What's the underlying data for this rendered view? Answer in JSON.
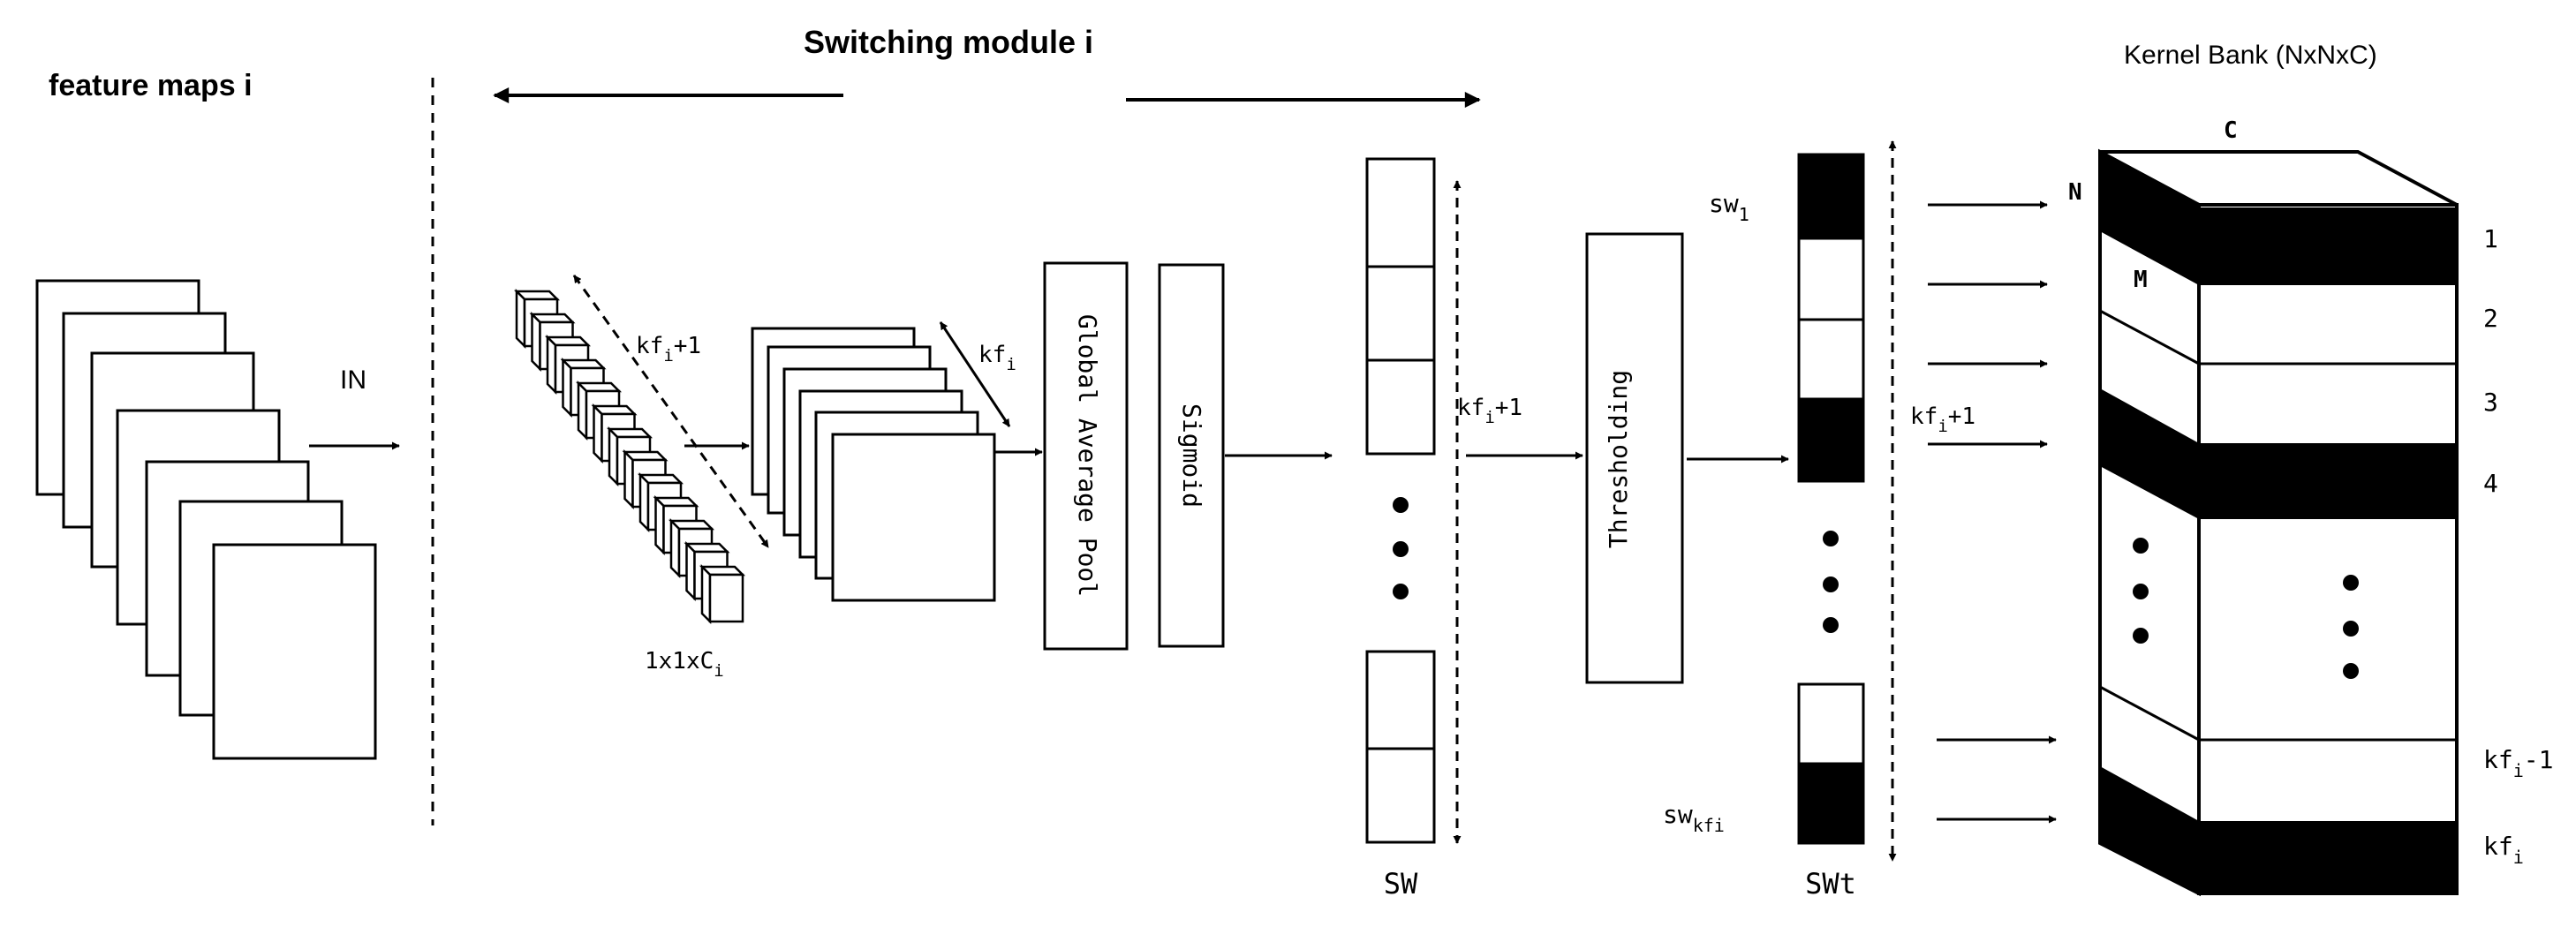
{
  "titles": {
    "feature_maps": "feature maps  i",
    "switching_module": "Switching module  i",
    "kernel_bank": "Kernel Bank (NxNxC)"
  },
  "labels": {
    "in": "IN",
    "kf_plus_1_cubes": {
      "base": "kf",
      "sub": "i",
      "suffix": "+1"
    },
    "kf_maps": {
      "base": "kf",
      "sub": "i",
      "suffix": ""
    },
    "one_by_one": {
      "base": "1x1xC",
      "sub": "i",
      "suffix": ""
    },
    "kf_plus_1_sw": {
      "base": "kf",
      "sub": "i",
      "suffix": "+1"
    },
    "kf_plus_1_swt": {
      "base": "kf",
      "sub": "i",
      "suffix": "+1"
    },
    "sw": "SW",
    "swt": "SWt",
    "sw_1": {
      "base": "sw",
      "sub": "1"
    },
    "sw_kfi": {
      "base": "sw",
      "sub": "kfi"
    },
    "cube_c": "C",
    "cube_n": "N",
    "cube_m": "M"
  },
  "boxes": {
    "global_average_pool": "Global Average Pool",
    "sigmoid": "Sigmoid",
    "thresholding": "Thresholding"
  },
  "kernel_rows": {
    "r1": "1",
    "r2": "2",
    "r3": "3",
    "r4": "4",
    "kf_minus_1": {
      "base": "kf",
      "sub": "i",
      "suffix": "-1"
    },
    "kf": {
      "base": "kf",
      "sub": "i",
      "suffix": ""
    }
  },
  "swt_pattern": [
    "black",
    "white",
    "white",
    "black",
    "white",
    "black"
  ]
}
